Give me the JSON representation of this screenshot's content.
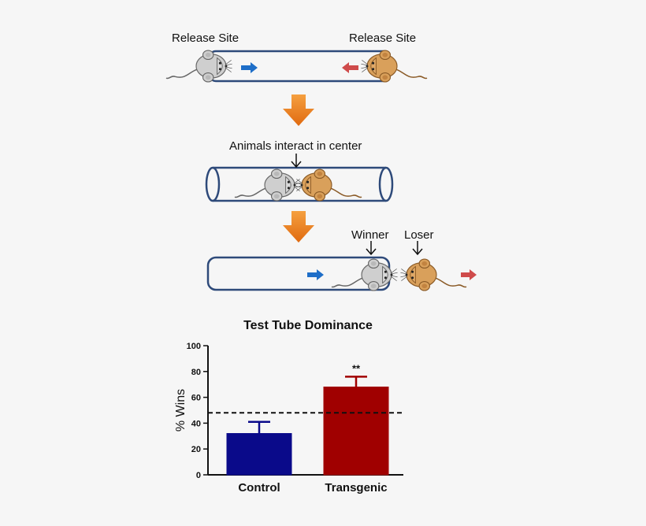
{
  "diagram": {
    "release_site_left": "Release Site",
    "release_site_right": "Release Site",
    "interact_label": "Animals interact in center",
    "winner_label": "Winner",
    "loser_label": "Loser"
  },
  "chart_data": {
    "type": "bar",
    "title": "Test Tube  Dominance",
    "ylabel": "% Wins",
    "xlabel": "",
    "categories": [
      "Control",
      "Transgenic"
    ],
    "values": [
      32,
      68
    ],
    "error": [
      9,
      8
    ],
    "colors": [
      "#0a0a8a",
      "#a00000"
    ],
    "ylim": [
      0,
      100
    ],
    "yticks": [
      0,
      20,
      40,
      60,
      80,
      100
    ],
    "reference_line": 48,
    "annotations": [
      "**"
    ]
  },
  "colors": {
    "gray_mouse": "#cfcfcf",
    "brown_mouse": "#d9a05b",
    "blue_arrow": "#1e6ec8",
    "red_arrow": "#cf4b4b",
    "orange_arrow": "#f08a1c",
    "tube": "#2e4a7a"
  }
}
